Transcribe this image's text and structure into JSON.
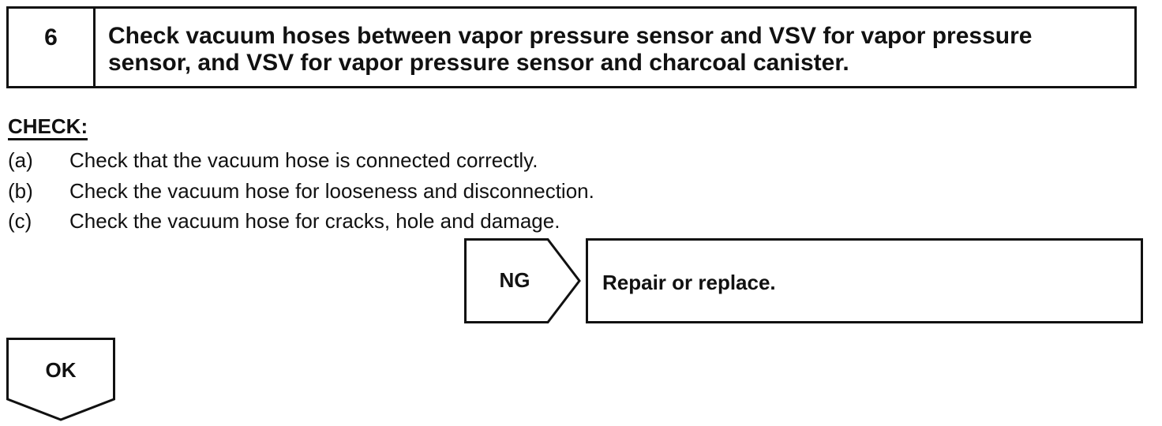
{
  "step": {
    "number": "6",
    "title": "Check vacuum hoses between vapor pressure sensor and VSV for vapor pressure sensor, and VSV for vapor pressure sensor and charcoal canister."
  },
  "check": {
    "heading": "CHECK:",
    "items": [
      {
        "marker": "(a)",
        "text": "Check that the vacuum hose is connected correctly."
      },
      {
        "marker": "(b)",
        "text": "Check the vacuum hose for looseness and disconnection."
      },
      {
        "marker": "(c)",
        "text": "Check the vacuum hose for cracks, hole and damage."
      }
    ]
  },
  "ng": {
    "label": "NG",
    "action": "Repair or replace."
  },
  "ok": {
    "label": "OK"
  }
}
